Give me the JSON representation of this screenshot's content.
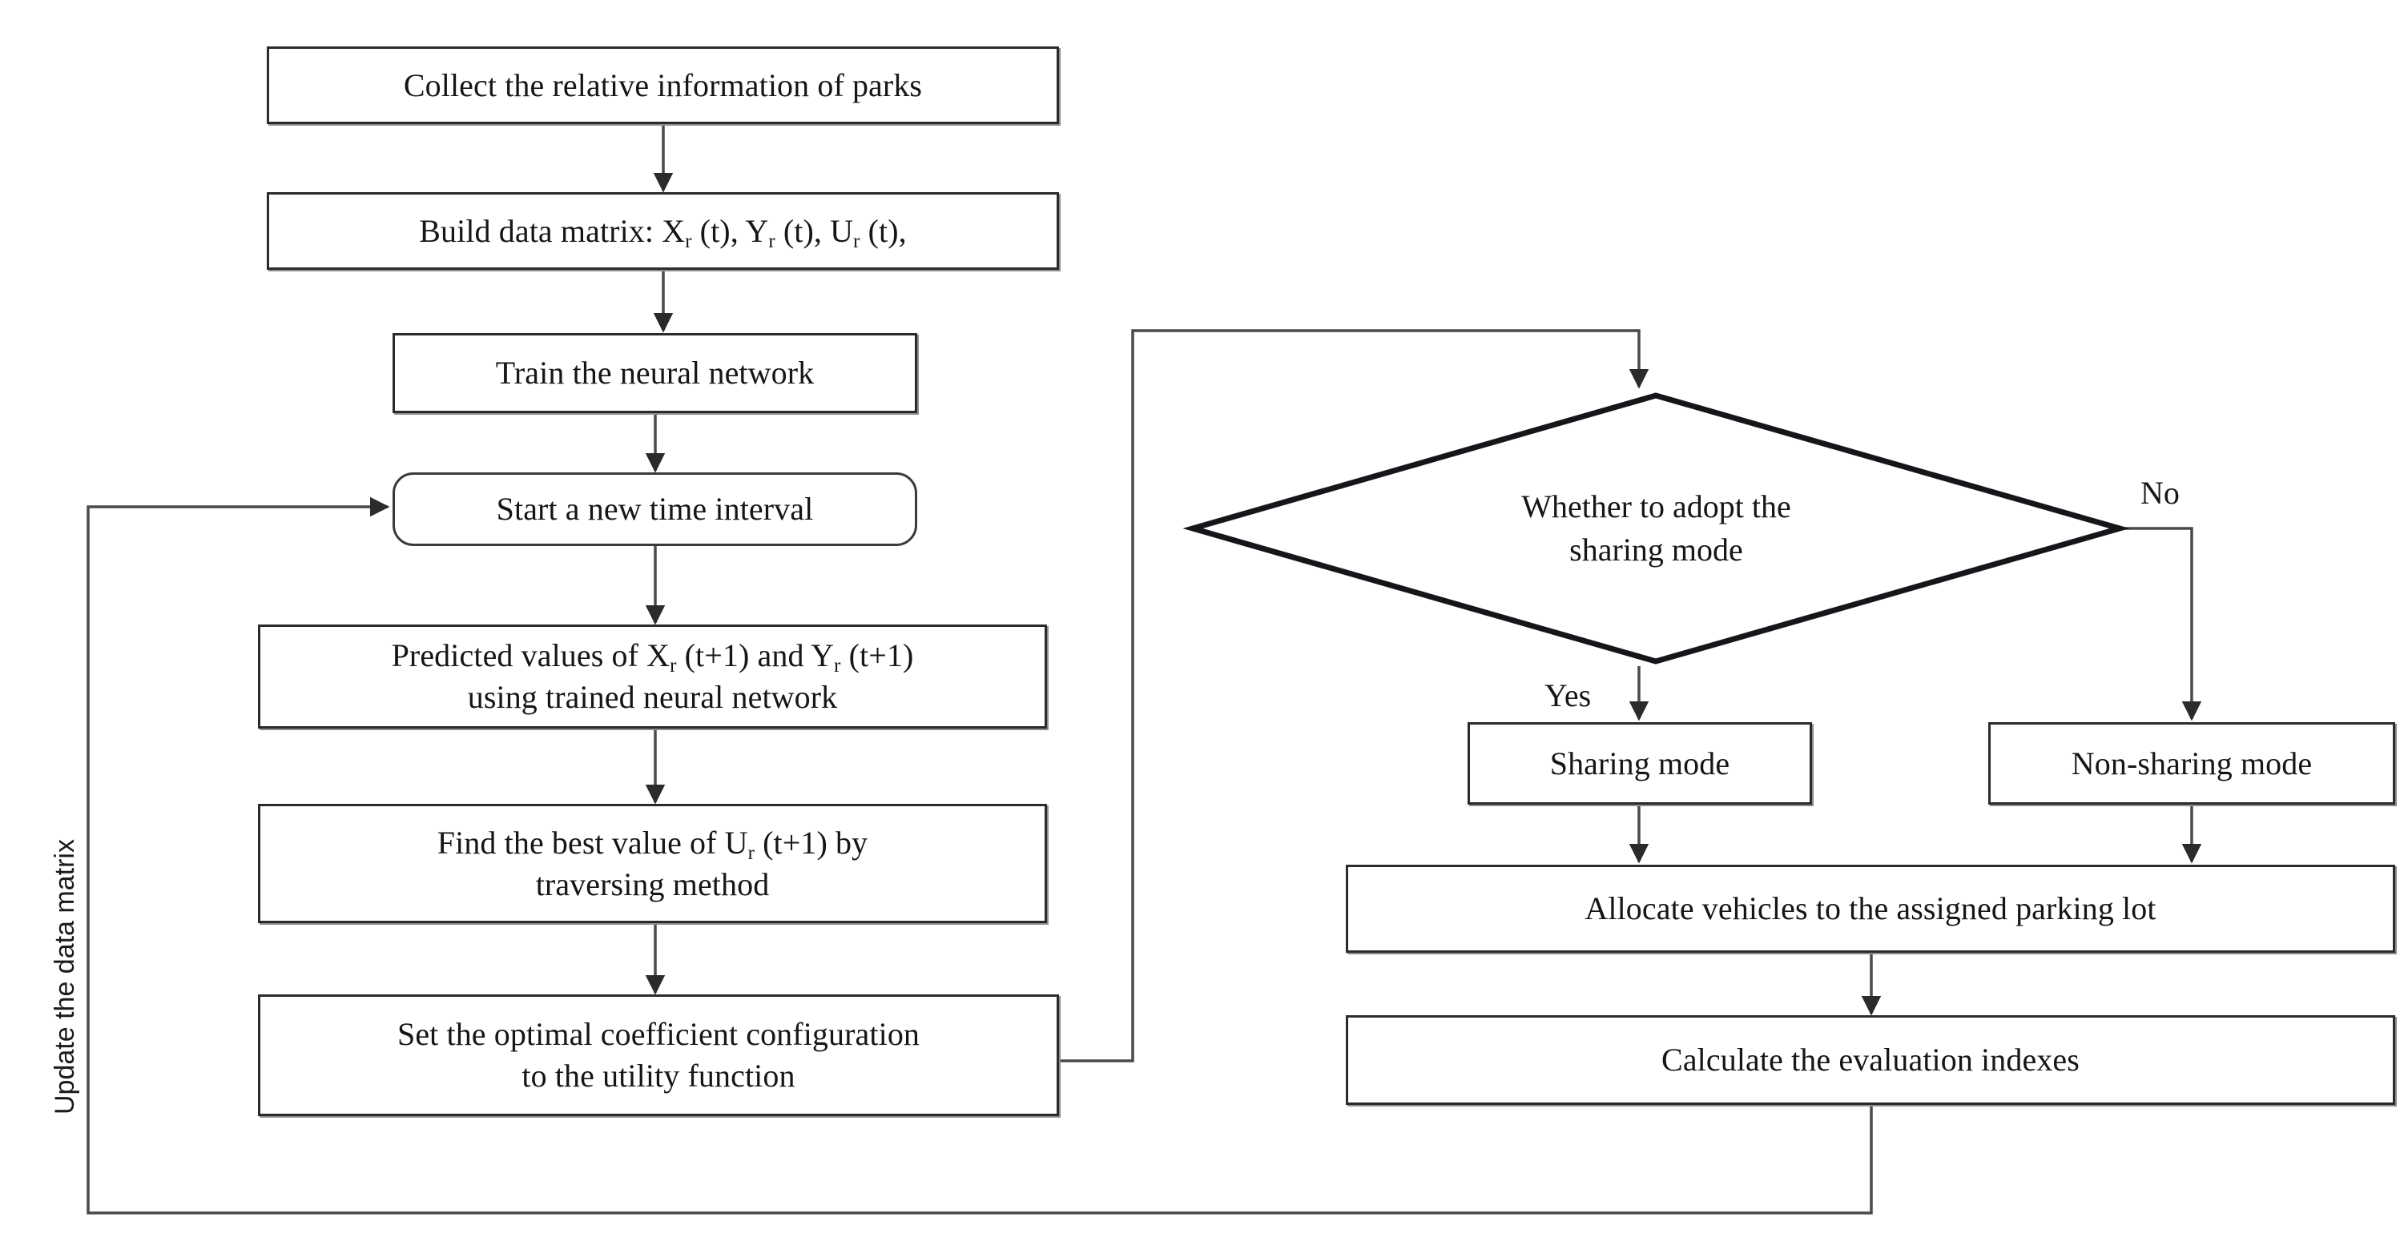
{
  "diagram": {
    "title": "Parking allocation neural-network control flowchart",
    "stroke_color": "#2b2b2b",
    "shadow_color": "#8d8d8d",
    "text_color": "#16161a",
    "background": "#ffffff"
  },
  "nodes": {
    "collect_info": "Collect the relative information of parks",
    "build_matrix_pre": "Build data matrix: X",
    "build_matrix_sub1": "r",
    "build_matrix_mid1": " (t), Y",
    "build_matrix_sub2": "r",
    "build_matrix_mid2": " (t), U",
    "build_matrix_sub3": "r",
    "build_matrix_end": " (t),",
    "build_matrix_plain": "Build data matrix: Xr (t), Yr (t), Ur (t),",
    "train_network": "Train the neural network",
    "start_interval": "Start a new time interval",
    "predicted_line1_pre": "Predicted values of X",
    "predicted_line1_mid": " (t+1) and Y",
    "predicted_line1_end": " (t+1)",
    "predicted_line2": "using trained neural network",
    "predicted_plain": "Predicted values of Xr (t+1) and Yr (t+1) using trained neural network",
    "find_best_pre": "Find the best value of U",
    "find_best_end": " (t+1) by",
    "find_best_line2": "traversing method",
    "find_best_plain": "Find the best value of Ur (t+1) by traversing method",
    "set_optimal": "Set the optimal coefficient configuration\nto the utility function",
    "decision": "Whether to adopt the\nsharing mode",
    "sharing_mode": "Sharing mode",
    "non_sharing_mode": "Non-sharing mode",
    "allocate_vehicles": "Allocate vehicles to the assigned parking lot",
    "calculate_indexes": "Calculate the evaluation indexes",
    "subscript_r": "r"
  },
  "edge_labels": {
    "yes": "Yes",
    "no": "No",
    "update_matrix": "Update the data matrix"
  }
}
